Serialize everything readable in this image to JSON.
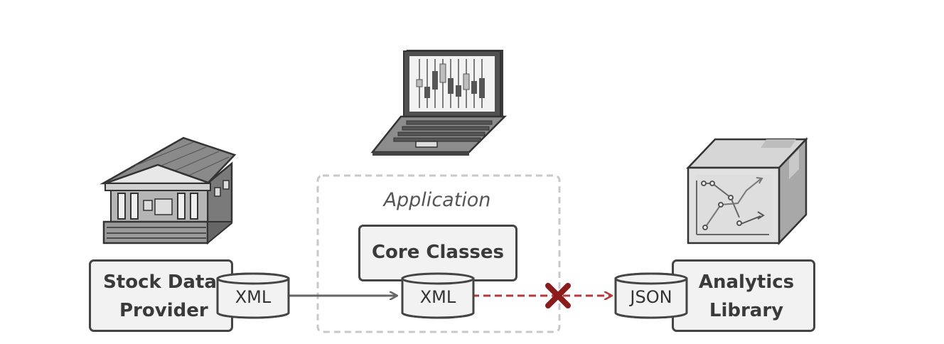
{
  "diagram": {
    "application_label": "Application",
    "stock_provider": {
      "label_line1": "Stock Data",
      "label_line2": "Provider",
      "port": "XML"
    },
    "core": {
      "label": "Core Classes",
      "port": "XML"
    },
    "analytics": {
      "label_line1": "Analytics",
      "label_line2": "Library",
      "port": "JSON"
    }
  },
  "colors": {
    "box_fill": "#f2f2f2",
    "stroke": "#444444",
    "arrow_gray": "#666666",
    "incompatible_red": "#b63a3a",
    "cross_dark_red": "#8a1c1c",
    "dashed_container": "#c8c8c8"
  },
  "icons": [
    "laptop-chart-icon",
    "stock-exchange-building-icon",
    "analytics-box-icon",
    "incompatible-cross-icon"
  ]
}
